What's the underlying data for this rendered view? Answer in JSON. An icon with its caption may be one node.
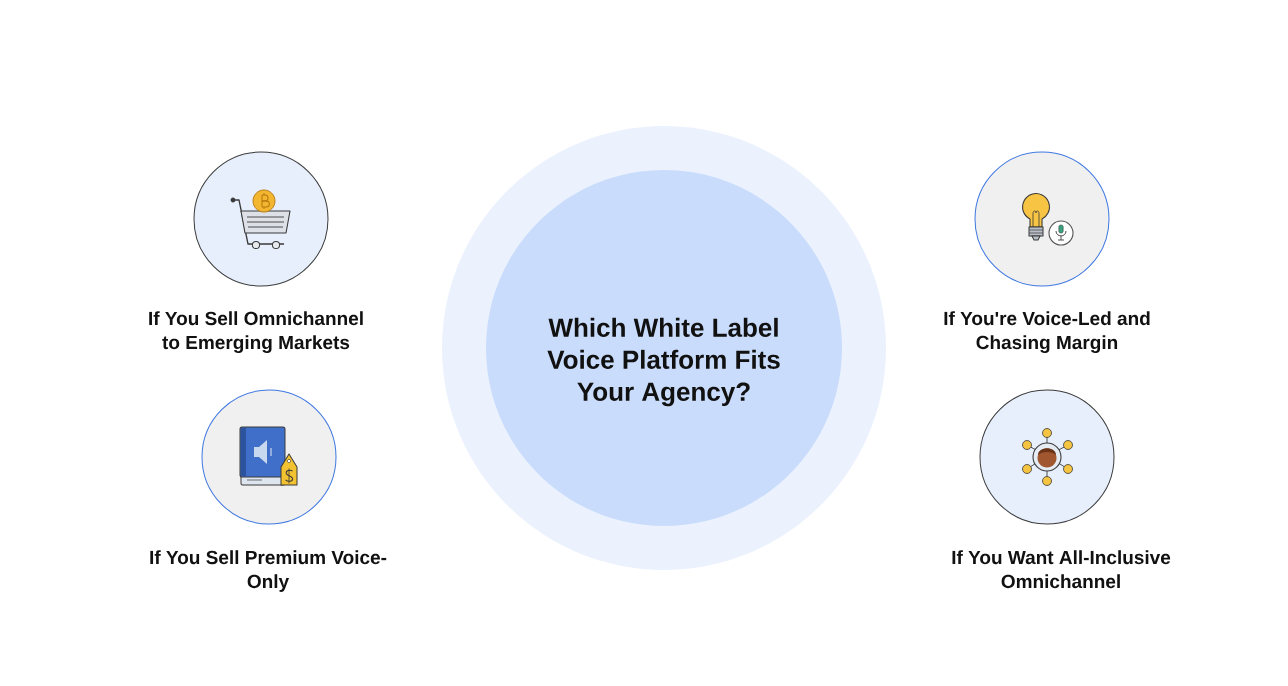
{
  "diagram": {
    "nodes": [
      {
        "text": [
          "Which White Label Voice Platform Fits Your Agency?"
        ]
      },
      {
        "text": [
          "If You Sell Omnichannel to Emerging Markets"
        ]
      },
      {
        "text": [
          "If You Sell Premium Voice-Only"
        ]
      },
      {
        "text": [
          "If You're Voice-Led and Chasing Margin"
        ]
      },
      {
        "text": [
          "If You Want All-Inclusive Omnichannel"
        ]
      }
    ]
  }
}
